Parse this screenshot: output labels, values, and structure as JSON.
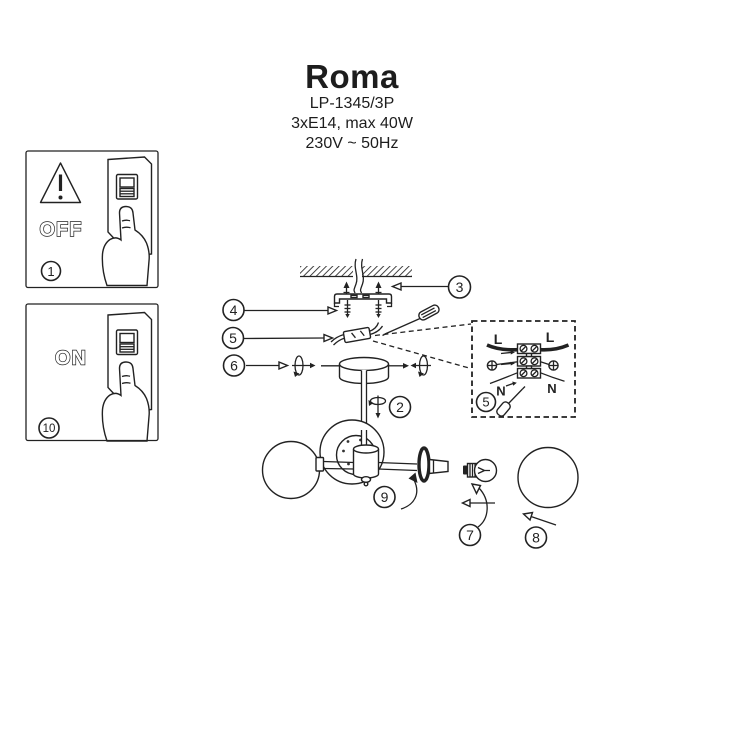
{
  "header": {
    "title": "Roma",
    "model": "LP-1345/3P",
    "lamp_spec": "3xE14, max 40W",
    "power_spec": "230V ~ 50Hz"
  },
  "panel_off": {
    "label": "OFF",
    "step": "1"
  },
  "panel_on": {
    "label": "ON",
    "step": "10"
  },
  "steps": {
    "step2": "2",
    "step3": "3",
    "step4": "4",
    "step5": "5",
    "step6": "6",
    "step7": "7",
    "step8": "8",
    "step9": "9"
  },
  "wiring_detail": {
    "step": "5",
    "live_left": "L",
    "live_right": "L",
    "neutral_left": "N",
    "neutral_right": "N"
  },
  "colors": {
    "line": "#222222",
    "background": "#ffffff"
  }
}
